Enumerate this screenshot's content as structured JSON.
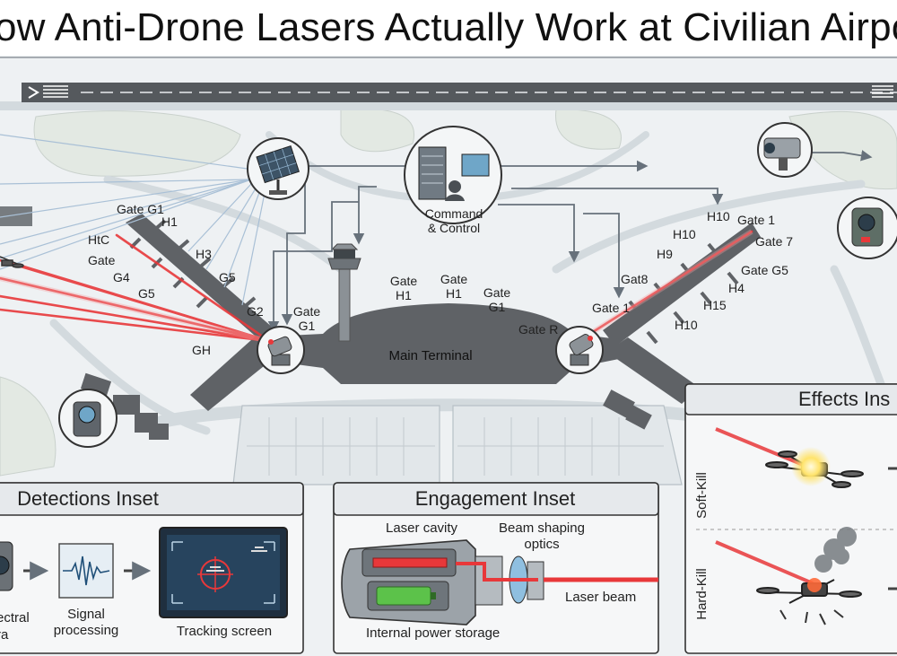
{
  "title": "How Anti-Drone Lasers Actually Work at Civilian Airports",
  "map": {
    "command_label": [
      "Command",
      "& Control"
    ],
    "terminal_label": "Main Terminal",
    "left_pier_gates": [
      "Gate G1",
      "H1",
      "HtC",
      "Gate",
      "G4",
      "G5",
      "H3",
      "G5",
      "G2",
      "GH"
    ],
    "center_gates": [
      [
        "Gate",
        "G1"
      ],
      [
        "Gate",
        "H1"
      ],
      [
        "Gate",
        "H1"
      ],
      [
        "Gate",
        "G1"
      ],
      [
        "Gate R"
      ]
    ],
    "right_pier_gates": [
      "H10",
      "Gate 1",
      "H10",
      "Gate 7",
      "H9",
      "Gate G5",
      "Gat8",
      "H4",
      "Gate 1",
      "H15",
      "H10"
    ]
  },
  "detections": {
    "title": "Detections Inset",
    "camera_label": [
      "ectral",
      "ra"
    ],
    "signal_label": [
      "Signal",
      "processing"
    ],
    "tracking_label": "Tracking screen"
  },
  "engagement": {
    "title": "Engagement Inset",
    "cavity_label": "Laser cavity",
    "optics_label": [
      "Beam shaping",
      "optics"
    ],
    "beam_label": "Laser beam",
    "storage_label": "Internal power storage"
  },
  "effects": {
    "title": "Effects Ins",
    "soft_label": "Soft-Kill",
    "hard_label": "Hard-Kill"
  },
  "colors": {
    "laser": "#e8383a",
    "building": "#5f6266",
    "ground": "#eef1f3",
    "taxiway": "#dde3e7",
    "sensor_link": "#9fb7cf",
    "control_link": "#67717b"
  }
}
